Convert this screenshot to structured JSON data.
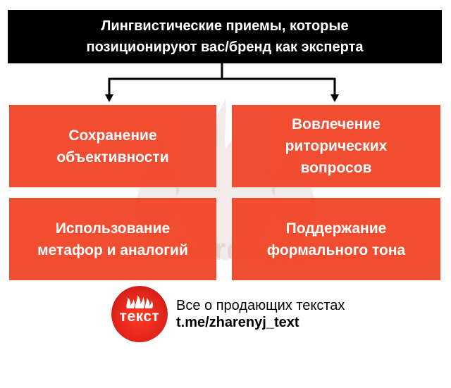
{
  "title": "Лингвистические приемы, которые\nпозиционируют вас/бренд как эксперта",
  "boxes": [
    {
      "label": "Сохранение\nобъективности"
    },
    {
      "label": "Вовлечение\nриторических\nвопросов"
    },
    {
      "label": "Использование\nметафор и аналогий"
    },
    {
      "label": "Поддержание\nформального тона"
    }
  ],
  "footer": {
    "logo_word": "текст",
    "line1": "Все о продающих текстах",
    "line2": "t.me/zharenyj_text"
  },
  "watermark": {
    "text": "t.me/zharenyj_text"
  },
  "colors": {
    "title_bg": "#000000",
    "box_bg": "#f0482b",
    "logo": "#e3261b"
  },
  "icons": {
    "watermark": "flame-icon",
    "logo": "flame-icon"
  }
}
